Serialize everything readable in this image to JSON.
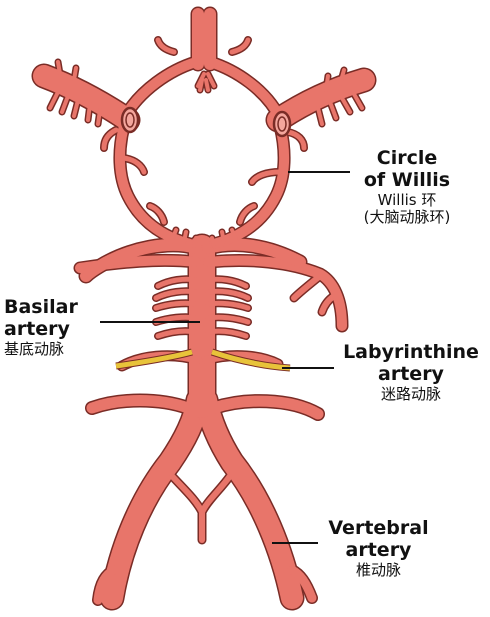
{
  "labels": {
    "circle_of_willis": {
      "line1": "Circle",
      "line2": "of Willis",
      "cn1": "Willis 环",
      "cn2": "(大脑动脉环)"
    },
    "basilar": {
      "line1": "Basilar",
      "line2": "artery",
      "cn": "基底动脉"
    },
    "labyrinthine": {
      "line1": "Labyrinthine",
      "line2": "artery",
      "cn": "迷路动脉"
    },
    "vertebral": {
      "line1": "Vertebral",
      "line2": "artery",
      "cn": "椎动脉"
    }
  },
  "colors": {
    "artery_fill": "#e8756a",
    "artery_stroke": "#7a2c26",
    "labyrinthine": "#e8c33a",
    "leader": "#111111"
  }
}
